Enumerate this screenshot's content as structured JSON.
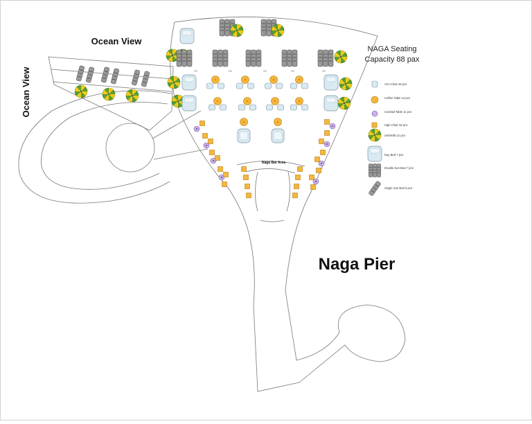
{
  "labels": {
    "ocean_view_top": "Ocean View",
    "ocean_view_side": "Ocean View",
    "seating_title": "NAGA Seating",
    "seating_capacity": "Capacity 88 pax",
    "bar_area": "Naga Bar Area",
    "pier_name": "Naga Pier"
  },
  "legend": [
    {
      "icon": "arm-chair-icon",
      "label": "Arm Chair 28 pcs"
    },
    {
      "icon": "coffee-table-icon",
      "label": "Coffee Table 14 pcs"
    },
    {
      "icon": "cocktail-table-icon",
      "label": "Cocktail Table 11 pcs"
    },
    {
      "icon": "high-chair-icon",
      "label": "High Chair 32 pcs"
    },
    {
      "icon": "umbrella-icon",
      "label": "Umbrella 11 pcs"
    },
    {
      "icon": "day-bed-icon",
      "label": "Day Bed 7 pcs"
    },
    {
      "icon": "double-sun-bed-icon",
      "label": "Double Sun Bed 7 pcs"
    },
    {
      "icon": "single-sun-bed-icon",
      "label": "Single Sun Bed 6 pcs"
    }
  ],
  "colors": {
    "outline": "#777777",
    "chair_fill": "#d9eaf2",
    "chair_stroke": "#7a93a3",
    "table_fill": "#f6b73c",
    "table_stroke": "#b07a12",
    "cocktail_fill": "#c9b3e6",
    "cocktail_stroke": "#7a5aa3",
    "umbrella_green": "#5a9e2f",
    "umbrella_yellow": "#f2c81a",
    "sunbed_dark": "#555555",
    "sunbed_light": "#aaaaaa"
  }
}
